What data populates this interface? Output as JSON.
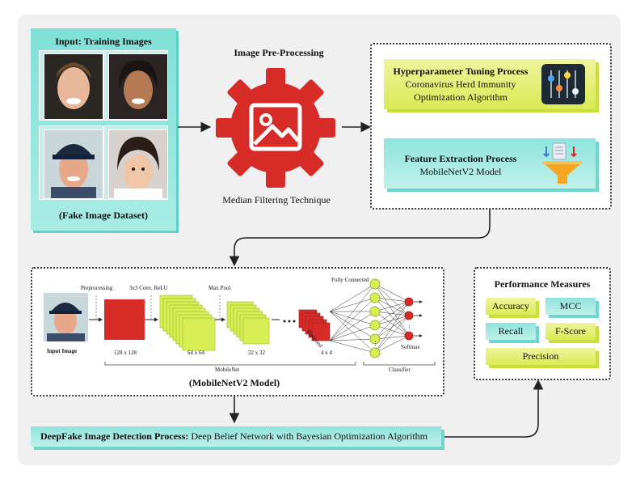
{
  "input": {
    "title": "Input: Training Images",
    "dataset_label": "(Fake Image Dataset)"
  },
  "preprocessing": {
    "title": "Image Pre-Processing",
    "technique": "Median Filtering Technique"
  },
  "hyperparameter": {
    "title": "Hyperparameter Tuning Process",
    "line1": "Coronavirus Herd Immunity",
    "line2": "Optimization Algorithm"
  },
  "feature": {
    "title": "Feature Extraction Process",
    "model": "MobileNetV2 Model"
  },
  "mobilenet": {
    "input_image": "Input Image",
    "preprocessing": "Preprocessing",
    "conv": "3x3 Conv, ReLU",
    "maxpool": "Max Pool",
    "fully_connected": "Fully Connected",
    "flattened": "Flattened",
    "softmax": "Softmax",
    "size_128": "128 x 128",
    "size_64": "64 x 64",
    "size_32": "32 x 32",
    "size_4": "4 x 4",
    "mobilenet_label": "MobileNet",
    "classifier_label": "Classifier",
    "caption": "(MobileNetV2 Model)"
  },
  "performance": {
    "title": "Performance Measures",
    "accuracy": "Accuracy",
    "mcc": "MCC",
    "recall": "Recall",
    "fscore": "F-Score",
    "precision": "Precision"
  },
  "detection": {
    "bold": "DeepFake Image Detection Process:",
    "rest": " Deep Belief Network with  Bayesian Optimization Algorithm"
  },
  "colors": {
    "green": "#d9eb54",
    "teal": "#8fe4dd",
    "gear_red": "#d62b27",
    "layer_red": "#d62b27",
    "layer_green": "#d7ee54"
  }
}
